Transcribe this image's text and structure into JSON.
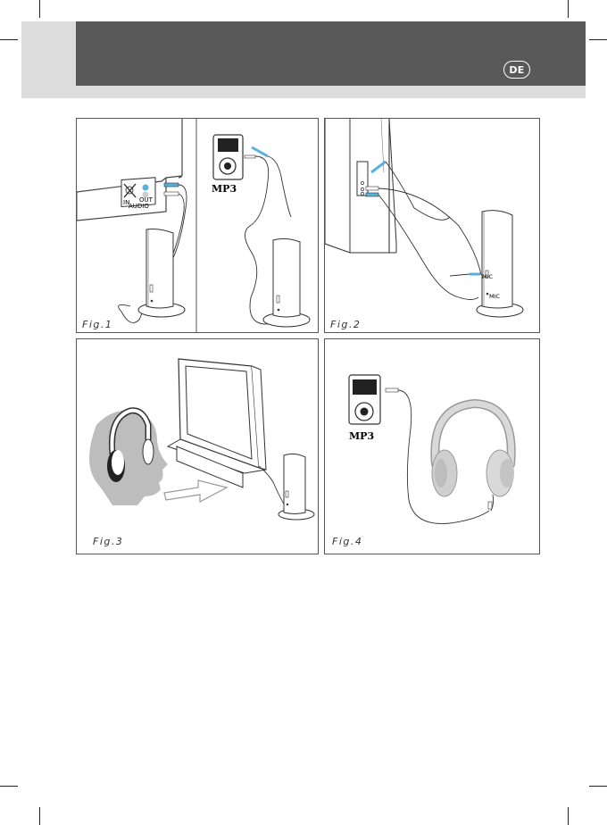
{
  "header": {
    "language_badge": "DE"
  },
  "figures": {
    "fig1": {
      "label": "Fig.1",
      "tv_jack_in": "IN",
      "tv_jack_out": "OUT",
      "tv_jack_group": "AUDIO",
      "player_label": "MP3"
    },
    "fig2": {
      "label": "Fig.2",
      "mic_label_1": "MIC",
      "mic_label_2": "MIC"
    },
    "fig3": {
      "label": "Fig.3"
    },
    "fig4": {
      "label": "Fig.4",
      "player_label": "MP3"
    }
  },
  "colors": {
    "header_bar": "#595959",
    "header_band": "#dcdcdc",
    "cable_plug": "#5ab0dc",
    "head_silhouette": "#bdbdbd"
  }
}
